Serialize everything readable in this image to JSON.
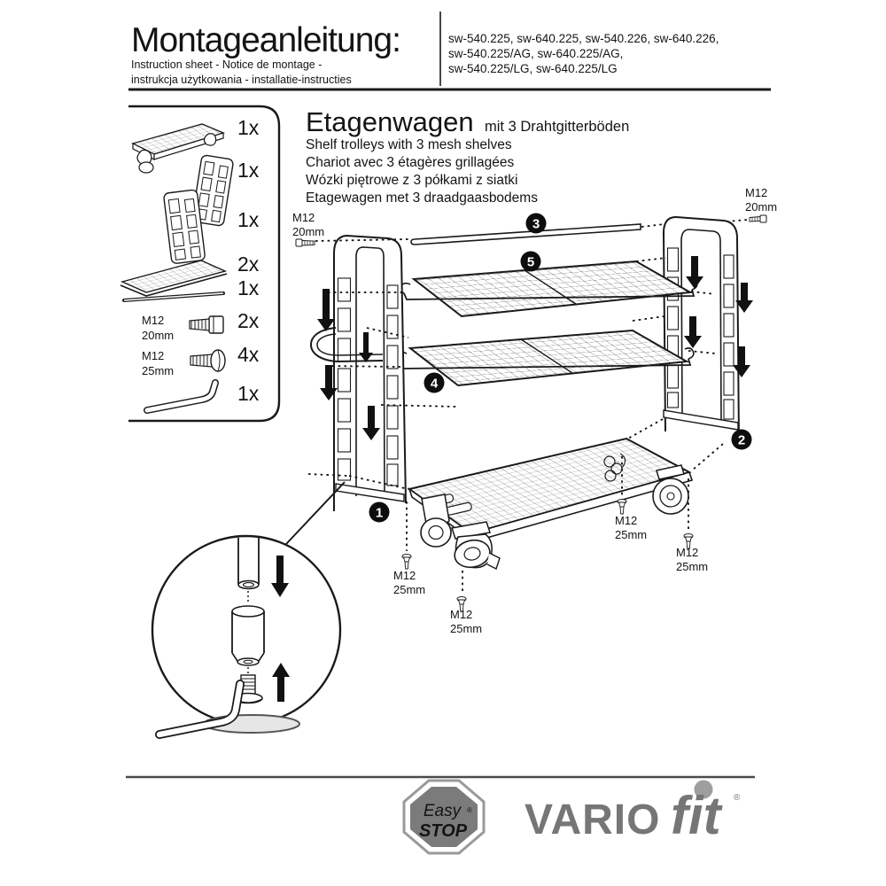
{
  "header": {
    "title": "Montageanleitung:",
    "subtitle_line1": "Instruction sheet - Notice de montage  -",
    "subtitle_line2": "instrukcja użytkowania - installatie-instructies",
    "codes": [
      "sw-540.225, sw-640.225, sw-540.226, sw-640.226,",
      "sw-540.225/AG, sw-640.225/AG,",
      "sw-540.225/LG, sw-640.225/LG"
    ]
  },
  "product": {
    "title": "Etagenwagen",
    "title_suffix": "mit 3 Drahtgitterböden",
    "translations": [
      "Shelf trolleys with 3 mesh shelves",
      "Chariot avec 3 étagères grillagées",
      "Wózki piętrowe z 3 półkami z siatki",
      "Etagewagen met 3 draadgaasbodems"
    ]
  },
  "parts": {
    "items": [
      {
        "name": "base-platform-with-casters",
        "qty": "1x"
      },
      {
        "name": "side-ladder-frame-1",
        "qty": "1x"
      },
      {
        "name": "side-ladder-frame-2",
        "qty": "1x"
      },
      {
        "name": "mesh-shelf",
        "qty": "2x"
      },
      {
        "name": "crossbar-rod",
        "qty": "1x"
      },
      {
        "name": "hex-bolt",
        "qty": "2x",
        "label_line1": "M12",
        "label_line2": "20mm"
      },
      {
        "name": "countersunk-screw",
        "qty": "4x",
        "label_line1": "M12",
        "label_line2": "25mm"
      },
      {
        "name": "allen-key",
        "qty": "1x"
      }
    ]
  },
  "diagram": {
    "steps": [
      "1",
      "2",
      "3",
      "4",
      "5"
    ],
    "bolt_label": {
      "line1": "M12",
      "line2": "20mm"
    },
    "screw_label": {
      "line1": "M12",
      "line2": "25mm"
    }
  },
  "footer": {
    "easystop": {
      "line1": "Easy",
      "line2": "STOP",
      "reg": "®"
    },
    "brand": {
      "part1": "VARIO",
      "part2": "fit",
      "reg": "®"
    },
    "colors": {
      "logo_gray": "#767676",
      "dot_gray": "#9e9e9e",
      "sign_gray": "#7b7b7b"
    }
  }
}
